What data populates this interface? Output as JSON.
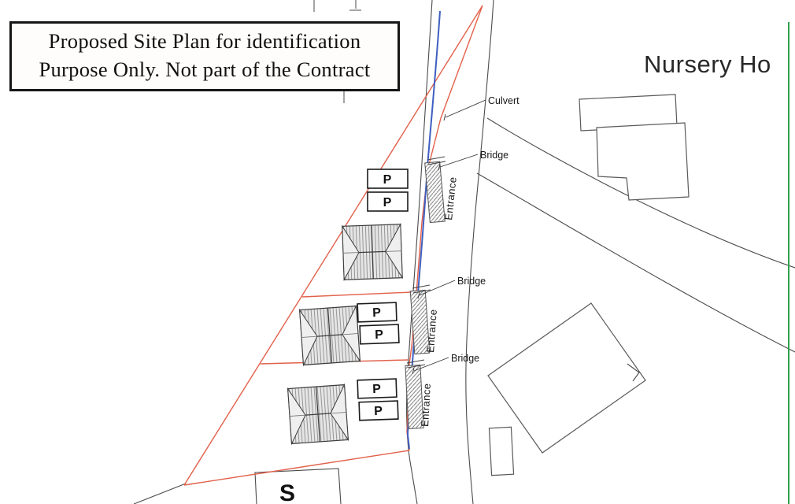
{
  "title_box": {
    "line1": "Proposed Site Plan for identification",
    "line2": "Purpose Only. Not part of the Contract"
  },
  "labels": {
    "nursery_house": "Nursery Ho",
    "culvert": "Culvert",
    "bridges": [
      "Bridge",
      "Bridge",
      "Bridge"
    ],
    "entrances": [
      "Entrance",
      "Entrance",
      "Entrance"
    ],
    "parking": "P",
    "partial_text": "S"
  },
  "colors": {
    "boundary": "#e2614b",
    "frontage": "#3f5fc0",
    "edge_marker": "#2fa14d",
    "drawing": "#4b4b4b"
  }
}
